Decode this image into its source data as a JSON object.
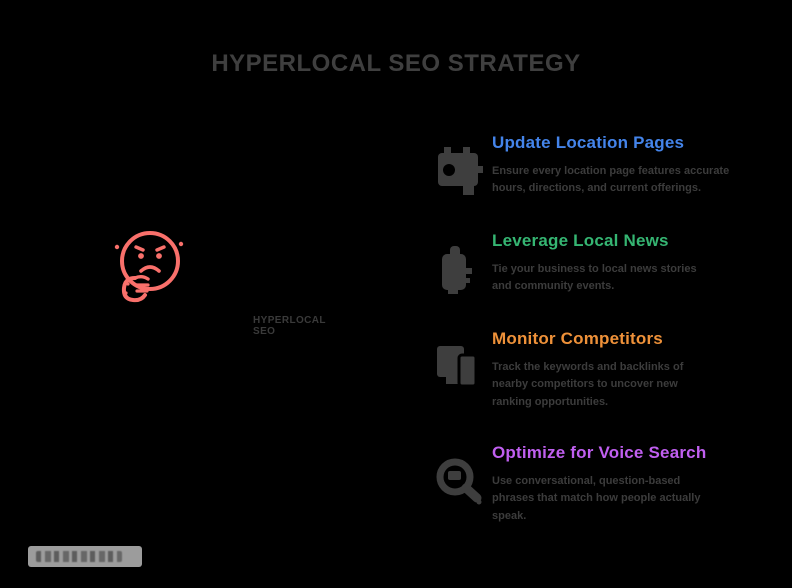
{
  "page": {
    "title": "HYPERLOCAL SEO STRATEGY",
    "background": "#000000",
    "title_color": "#3f3f3f",
    "body_text_color": "#3c3c3c"
  },
  "center": {
    "caption": "HYPERLOCAL SEO",
    "figure_icon": "thinking-face-icon",
    "figure_color": "#F9706B"
  },
  "icons": {
    "figure": "thinking-face-icon",
    "sections": [
      "location-page-icon",
      "newspaper-icon",
      "competitor-compare-icon",
      "voice-search-icon"
    ]
  },
  "sections": [
    {
      "title": "Update Location Pages",
      "color": "#4484EA",
      "icon": "location-page-icon",
      "body": "Ensure every location page features accurate hours, directions, and current offerings."
    },
    {
      "title": "Leverage Local News",
      "color": "#35B572",
      "icon": "newspaper-icon",
      "body": "Tie your business to local news stories and community events."
    },
    {
      "title": "Monitor Competitors",
      "color": "#EE9139",
      "icon": "competitor-compare-icon",
      "body": "Track the keywords and backlinks of nearby competitors to uncover new ranking opportunities."
    },
    {
      "title": "Optimize for Voice Search",
      "color": "#C05FF0",
      "icon": "voice-search-icon",
      "body": "Use conversational, question-based phrases that match how people actually speak."
    }
  ]
}
